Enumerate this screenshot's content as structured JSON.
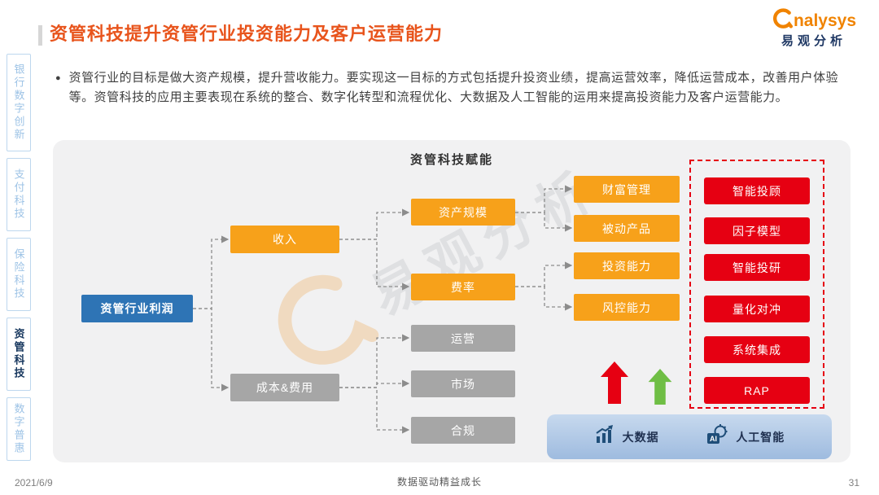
{
  "colors": {
    "title": "#E8541C",
    "orange": "#F7A11A",
    "gray-box": "#A6A6A6",
    "blue-box": "#2E74B5",
    "red": "#E60012",
    "green": "#6FBE45",
    "sidebar-blue": "#9DC3E6",
    "sidebar-active": "#17375E",
    "bar-bg-top": "#C7D9EE",
    "bar-bg-bottom": "#9EBBDF",
    "icon-blue": "#1F4E79",
    "logo-orange": "#F08300",
    "logo-navy": "#1F3864"
  },
  "header": {
    "title": "资管科技提升资管行业投资能力及客户运营能力"
  },
  "logo": {
    "brand_en": "nalysys",
    "brand_cn": "易观分析"
  },
  "intro": {
    "bullet": "●",
    "text": "资管行业的目标是做大资产规模，提升营收能力。要实现这一目标的方式包括提升投资业绩，提高运营效率，降低运营成本，改善用户体验等。资管科技的应用主要表现在系统的整合、数字化转型和流程优化、大数据及人工智能的运用来提高投资能力及客户运营能力。"
  },
  "sidebar": {
    "items": [
      {
        "label": "银行数字创新",
        "active": false
      },
      {
        "label": "支付科技",
        "active": false
      },
      {
        "label": "保险科技",
        "active": false
      },
      {
        "label": "资管科技",
        "active": true
      },
      {
        "label": "数字普惠",
        "active": false
      }
    ]
  },
  "diagram": {
    "title": "资管科技赋能",
    "nodes": {
      "root": "资管行业利润",
      "income": "收入",
      "cost": "成本&费用",
      "scale": "资产规模",
      "rate": "费率",
      "operation": "运营",
      "market": "市场",
      "compliance": "合规",
      "wealth": "财富管理",
      "passive": "被动产品",
      "invest": "投资能力",
      "risk": "风控能力"
    },
    "tech_items": [
      "智能投顾",
      "因子模型",
      "智能投研",
      "量化对冲",
      "系统集成",
      "RAP"
    ],
    "bottom_bar": {
      "big_data": "大数据",
      "ai": "人工智能",
      "ai_icon_label": "AI"
    },
    "watermark": "易观分析"
  },
  "footer": {
    "date": "2021/6/9",
    "slogan": "数据驱动精益成长",
    "page": "31"
  }
}
